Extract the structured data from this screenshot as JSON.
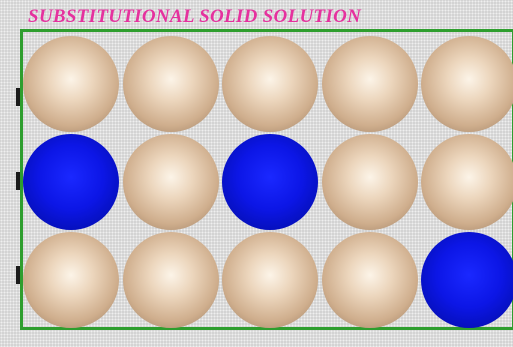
{
  "title": "SUBSTITUTIONAL SOLID SOLUTION",
  "colors": {
    "title": "#e5319e",
    "frame": "#2e9e2e",
    "host_atom": "#e2c9ad",
    "solute_atom": "#0a14dc"
  },
  "lattice": {
    "rows": [
      [
        "host",
        "host",
        "host",
        "host",
        "host"
      ],
      [
        "solute",
        "host",
        "solute",
        "host",
        "host"
      ],
      [
        "host",
        "host",
        "host",
        "host",
        "solute"
      ]
    ]
  }
}
